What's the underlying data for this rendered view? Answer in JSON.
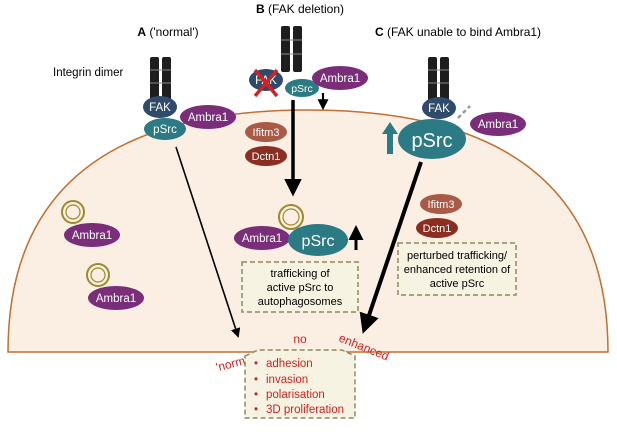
{
  "panels": {
    "a_title": "A ('normal')",
    "b_title": "B (FAK deletion)",
    "c_title": "C (FAK unable to bind Ambra1)"
  },
  "labels": {
    "integrin_dimer": "Integrin dimer",
    "fak": "FAK",
    "psrc": "pSrc",
    "ambra1": "Ambra1",
    "ifitm3": "Ifitm3",
    "dctn1": "Dctn1"
  },
  "boxes": {
    "b_trafficking": [
      "trafficking of",
      "active pSrc to",
      "autophagosomes"
    ],
    "c_perturbed": [
      "perturbed trafficking/",
      "enhanced retention of",
      "active pSrc"
    ],
    "outcomes": [
      "adhesion",
      "invasion",
      "polarisation",
      "3D proliferation"
    ]
  },
  "outcome_labels": {
    "normal": "'normal'",
    "no": "no",
    "enhanced": "enhanced"
  },
  "colors": {
    "cell_fill": "#fbeee2",
    "cell_border": "#c07030",
    "fak": "#2f4a6b",
    "psrc": "#2b7a84",
    "ambra1": "#7a2d78",
    "ifitm3": "#a85a47",
    "dctn1": "#8a2e22",
    "vesicle": "#9c8a2e",
    "outcome_red": "#cc2222",
    "box_border": "#8f8a5e",
    "box_fill": "#f6f3e3",
    "up_arrow": "#2b7a84"
  }
}
